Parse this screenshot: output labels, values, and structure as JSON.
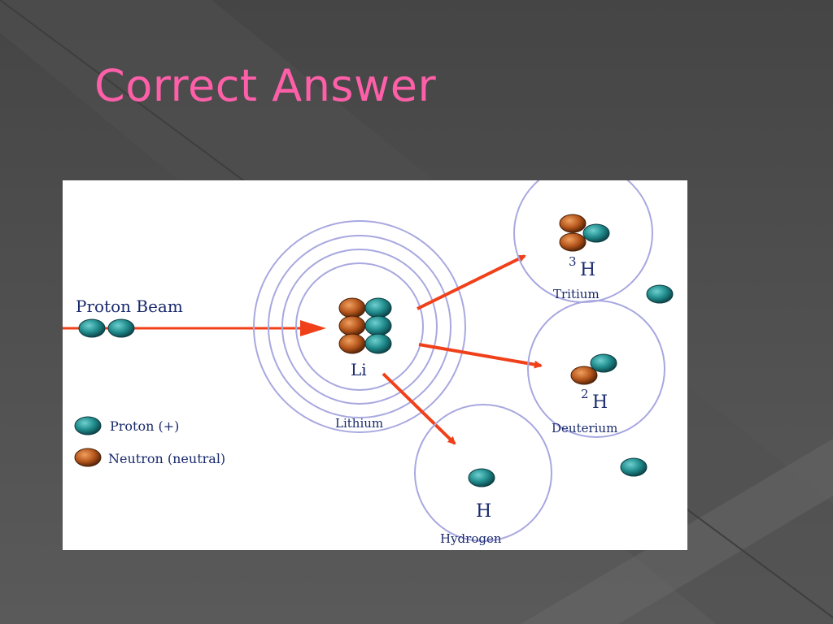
{
  "slide": {
    "title": "Correct Answer"
  },
  "diagram": {
    "beam_label": "Proton Beam",
    "legend": [
      {
        "label": "Proton (+)",
        "particle": "proton"
      },
      {
        "label": "Neutron (neutral)",
        "particle": "neutron"
      }
    ],
    "lithium": {
      "symbol": "Li",
      "name": "Lithium"
    },
    "tritium": {
      "mass_number": "3",
      "symbol": "H",
      "name": "Tritium"
    },
    "deuterium": {
      "mass_number": "2",
      "symbol": "H",
      "name": "Deuterium"
    },
    "hydrogen": {
      "symbol": "H",
      "name": "Hydrogen"
    }
  },
  "colors": {
    "title": "#ff5fa8",
    "proton": "#1f8a8a",
    "neutron": "#b5561c",
    "arrow": "#f0401a",
    "orbit": "#a8a8e0",
    "label": "#1a2a6c",
    "background": "#4a4a4a"
  }
}
